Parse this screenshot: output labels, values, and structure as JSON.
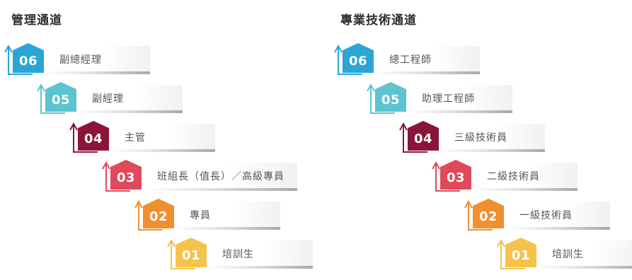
{
  "columns": [
    {
      "title": "管理通道",
      "steps": [
        {
          "num": "06",
          "label": "副總經理",
          "color": "#2aa5d6"
        },
        {
          "num": "05",
          "label": "副經理",
          "color": "#5cc4cf"
        },
        {
          "num": "04",
          "label": "主管",
          "color": "#8a1538"
        },
        {
          "num": "03",
          "label": "班組長（值長）／高級專員",
          "color": "#e0495b"
        },
        {
          "num": "02",
          "label": "專員",
          "color": "#ef8f2e"
        },
        {
          "num": "01",
          "label": "培訓生",
          "color": "#f5c24c"
        }
      ]
    },
    {
      "title": "專業技術通道",
      "steps": [
        {
          "num": "06",
          "label": "總工程師",
          "color": "#2aa5d6"
        },
        {
          "num": "05",
          "label": "助理工程師",
          "color": "#5cc4cf"
        },
        {
          "num": "04",
          "label": "三級技術員",
          "color": "#8a1538"
        },
        {
          "num": "03",
          "label": "二級技術員",
          "color": "#e0495b"
        },
        {
          "num": "02",
          "label": "一級技術員",
          "color": "#ef8f2e"
        },
        {
          "num": "01",
          "label": "培訓生",
          "color": "#f5c24c"
        }
      ]
    }
  ]
}
